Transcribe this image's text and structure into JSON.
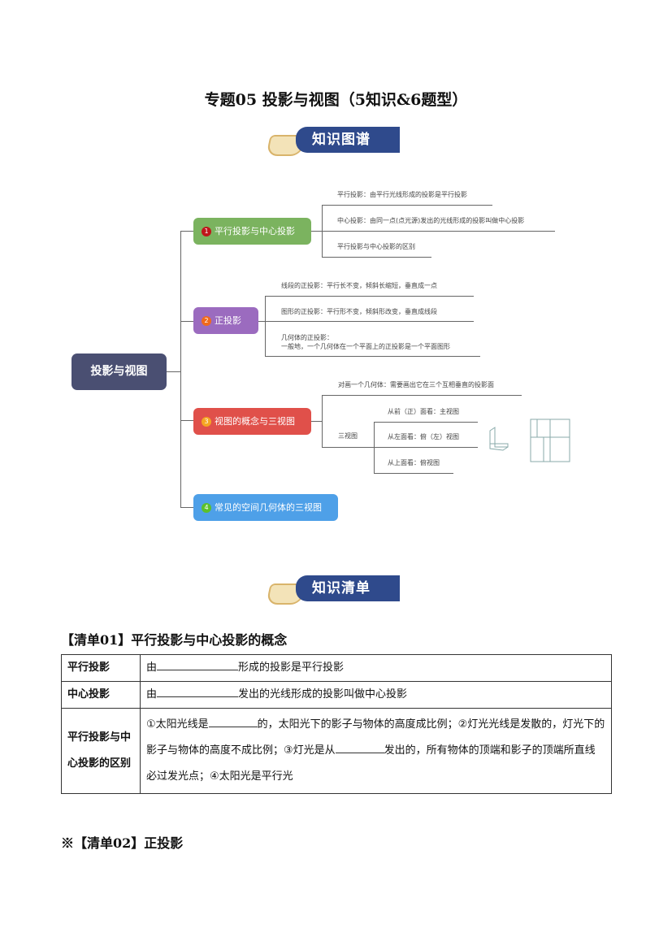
{
  "title": "专题05  投影与视图（5知识&6题型）",
  "banner1": "知识图谱",
  "banner2": "知识清单",
  "mindmap": {
    "root": "投影与视图",
    "branches": [
      {
        "num": "1",
        "label": "平行投影与中心投影",
        "color": "#7bb35f",
        "leaves": [
          "平行投影：由平行光线形成的投影是平行投影",
          "中心投影：由同一点(点光源)发出的光线形成的投影叫做中心投影",
          "平行投影与中心投影的区别"
        ]
      },
      {
        "num": "2",
        "label": "正投影",
        "color": "#9b6bbf",
        "leaves": [
          "线段的正投影：平行长不变，倾斜长缩短，垂直成一点",
          "图形的正投影：平行形不变，倾斜形改变，垂直成线段",
          "几何体的正投影：",
          "一般地，一个几何体在一个平面上的正投影是一个平面图形"
        ]
      },
      {
        "num": "3",
        "label": "视图的概念与三视图",
        "color": "#e0504a",
        "leaves": [
          "对画一个几何体：需要画出它在三个互相垂直的投影面",
          "三视图",
          "从前（正）面看：主视图",
          "从左面看：俯（左）视图",
          "从上面看：俯视图"
        ]
      },
      {
        "num": "4",
        "label": "常见的空间几何体的三视图",
        "color": "#4ea0e8",
        "leaves": []
      }
    ]
  },
  "section1": {
    "heading": "【清单01】平行投影与中心投影的概念",
    "rows": [
      {
        "key": "平行投影",
        "pre": "由",
        "post": "形成的投影是平行投影"
      },
      {
        "key": "中心投影",
        "pre": "由",
        "post": "发出的光线形成的投影叫做中心投影"
      },
      {
        "key": "平行投影与中心投影的区别",
        "t1": "①太阳光线是",
        "t2": "的，太阳光下的影子与物体的高度成比例；②灯光光线是发散的，灯光下的影子与物体的高度不成比例；③灯光是从",
        "t3": "发出的，所有物体的顶端和影子的顶端所直线必过发光点；④太阳光是平行光"
      }
    ]
  },
  "section2": {
    "heading": "※【清单02】正投影"
  }
}
